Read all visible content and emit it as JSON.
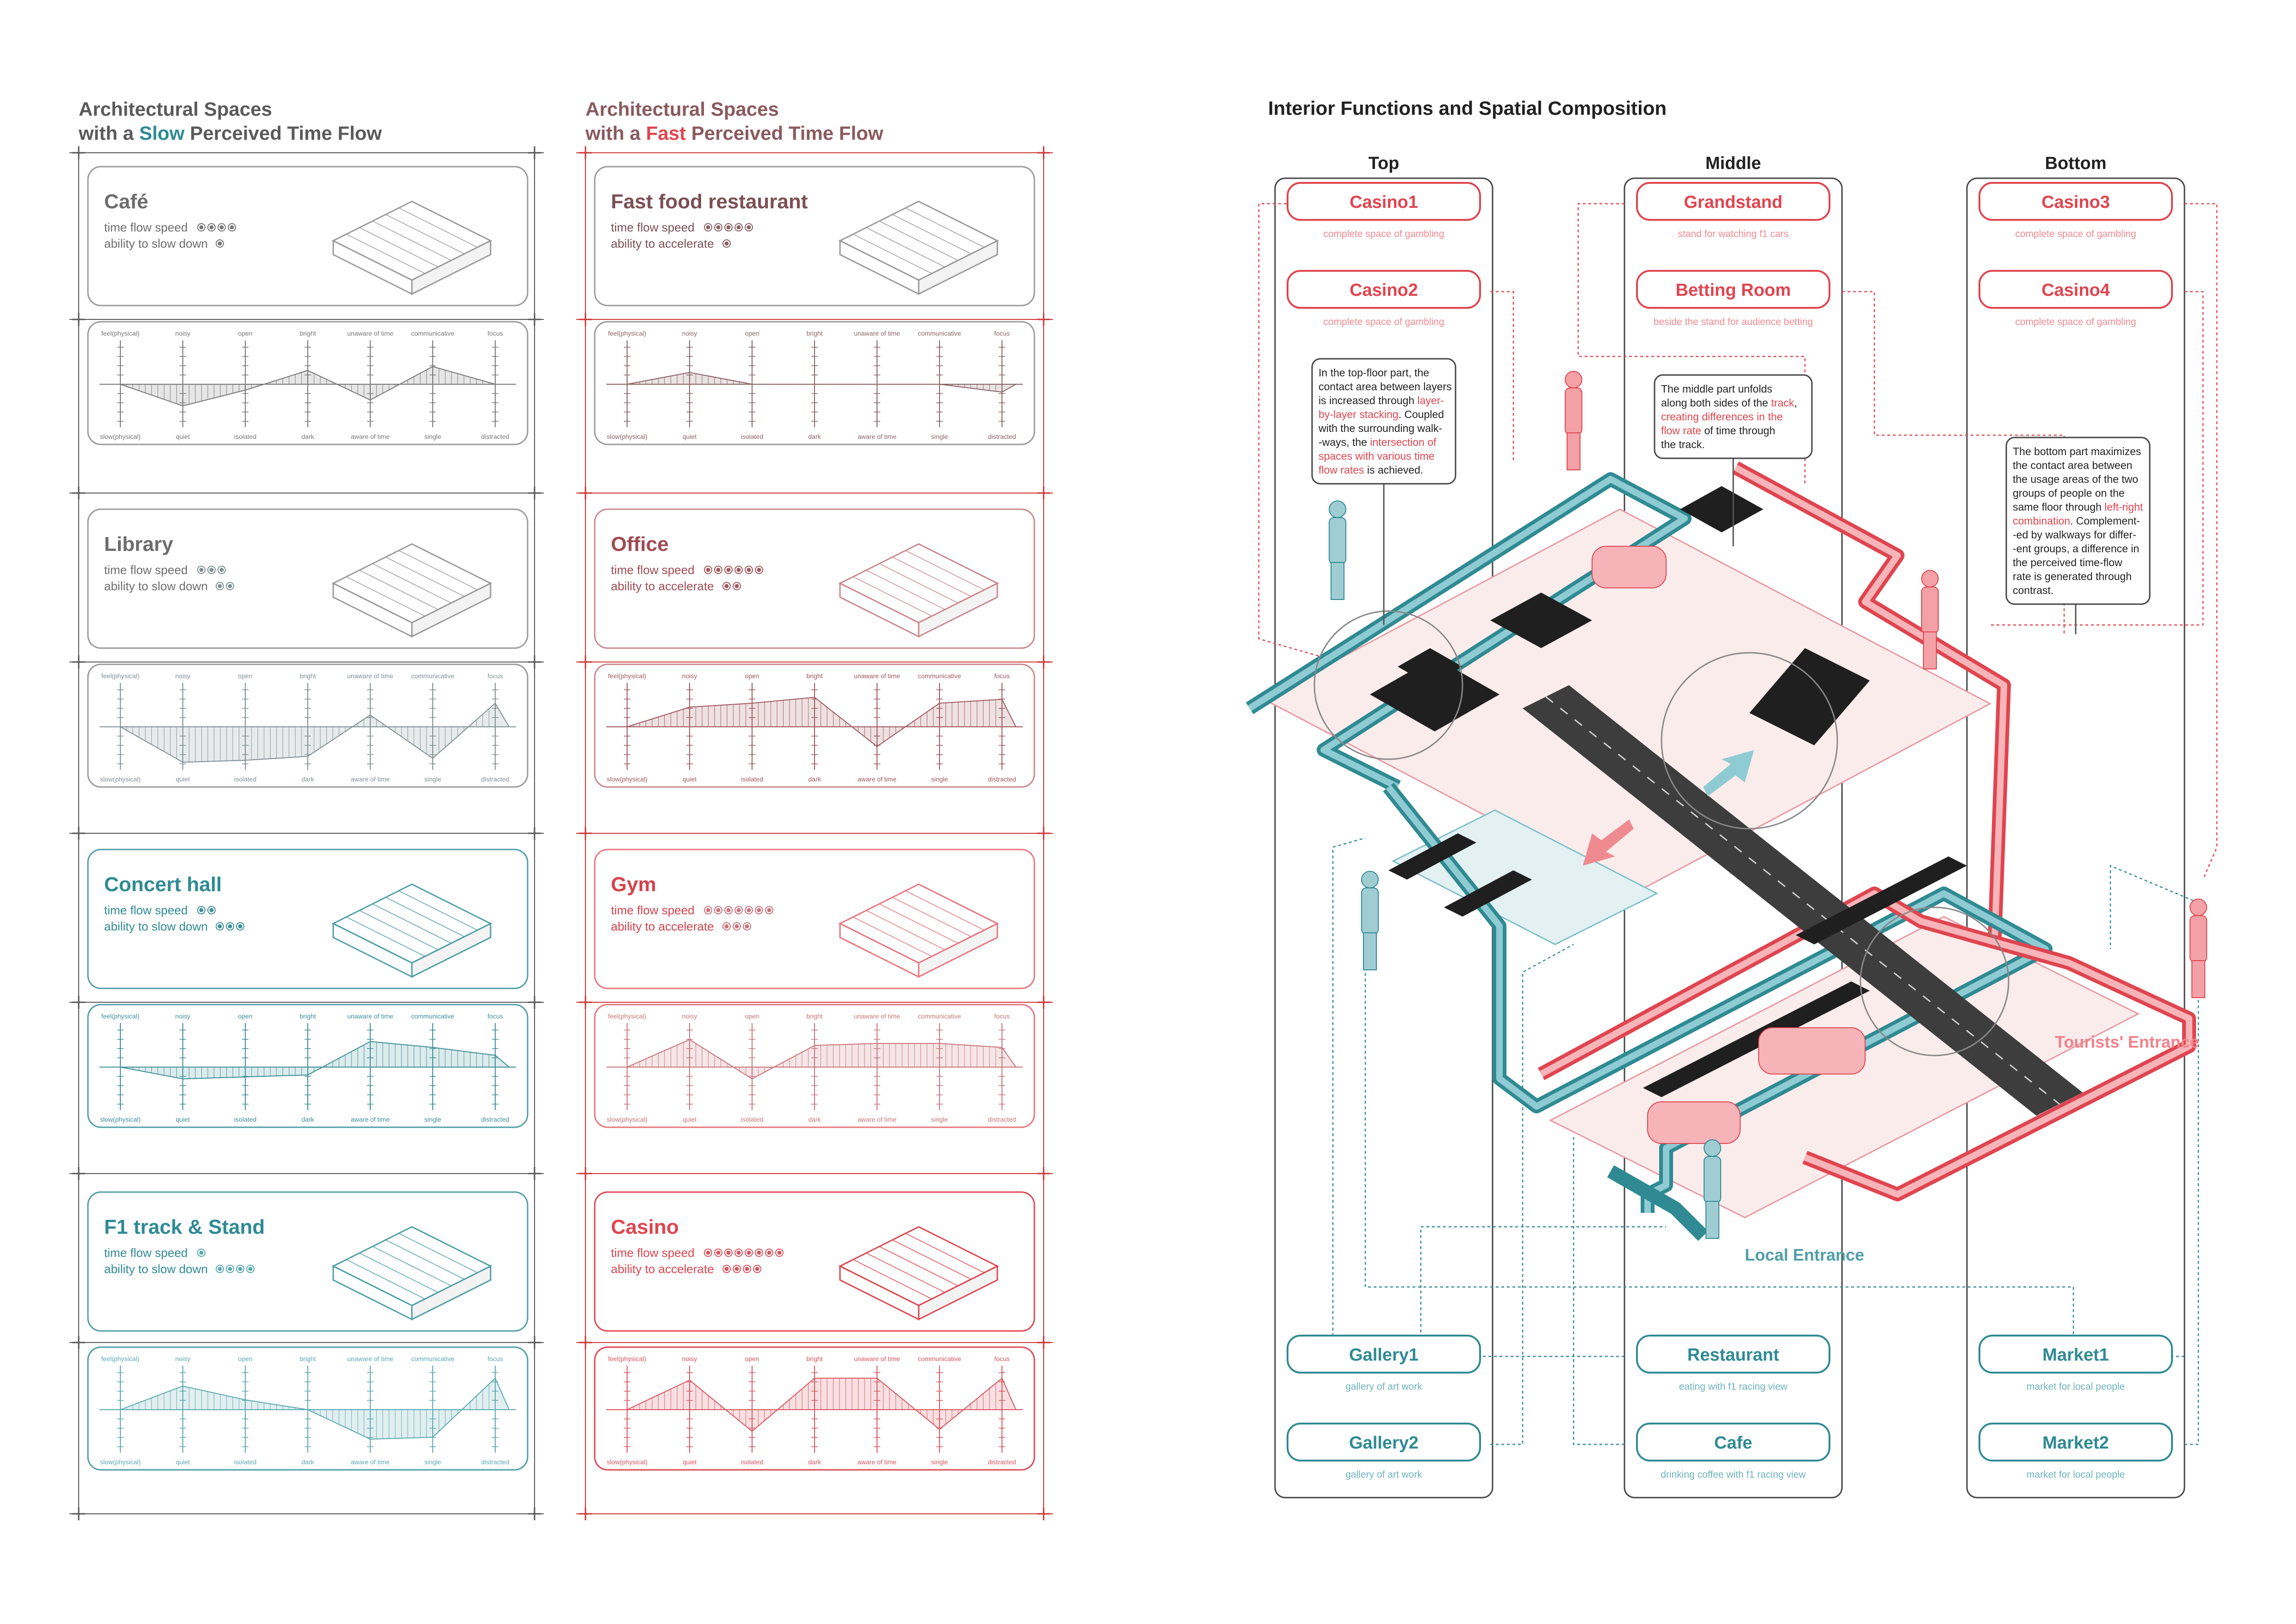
{
  "left": {
    "slow_title": {
      "line1": "Architectural Spaces",
      "pre": "with a ",
      "key": "Slow",
      "post": " Perceived Time Flow"
    },
    "fast_title": {
      "line1": "Architectural Spaces",
      "pre": "with a ",
      "key": "Fast",
      "post": " Perceived Time Flow"
    },
    "labels": {
      "speed": "time flow speed",
      "slow_ability": "ability to slow down",
      "fast_ability": "ability to accelerate"
    },
    "axis_top": [
      "feel(physical)",
      "noisy",
      "open",
      "bright",
      "unaware of time",
      "communicative",
      "focus"
    ],
    "axis_bottom": [
      "slow(physical)",
      "quiet",
      "isolated",
      "dark",
      "aware of time",
      "single",
      "distracted"
    ],
    "slow_spaces": [
      {
        "name": "Café",
        "speed": 4,
        "ability": 1,
        "profile": [
          0,
          -0.55,
          -0.15,
          0.35,
          -0.4,
          0.45,
          0
        ]
      },
      {
        "name": "Library",
        "speed": 3,
        "ability": 2,
        "profile": [
          0,
          -0.9,
          -0.85,
          -0.75,
          0.3,
          -0.8,
          0.6
        ]
      },
      {
        "name": "Concert hall",
        "speed": 2,
        "ability": 3,
        "profile": [
          0,
          -0.3,
          -0.25,
          -0.2,
          0.65,
          0.5,
          0.3
        ]
      },
      {
        "name": "F1 track & Stand",
        "speed": 1,
        "ability": 4,
        "profile": [
          0,
          0.6,
          0.25,
          0,
          -0.75,
          -0.7,
          0.8
        ]
      }
    ],
    "fast_spaces": [
      {
        "name": "Fast food restaurant",
        "speed": 5,
        "ability": 1,
        "profile": [
          0,
          0.3,
          0,
          0,
          0,
          0,
          -0.2
        ]
      },
      {
        "name": "Office",
        "speed": 6,
        "ability": 2,
        "profile": [
          0,
          0.5,
          0.6,
          0.75,
          -0.5,
          0.6,
          0.7
        ]
      },
      {
        "name": "Gym",
        "speed": 7,
        "ability": 3,
        "profile": [
          0,
          0.7,
          -0.3,
          0.55,
          0.6,
          0.6,
          0.5
        ]
      },
      {
        "name": "Casino",
        "speed": 8,
        "ability": 4,
        "profile": [
          0,
          0.75,
          -0.55,
          0.8,
          0.8,
          -0.5,
          0.8
        ]
      }
    ]
  },
  "right": {
    "title": "Interior Functions and Spatial Composition",
    "columns": [
      "Top",
      "Middle",
      "Bottom"
    ],
    "top_items": [
      [
        {
          "name": "Casino1",
          "desc": "complete space of gambling"
        },
        {
          "name": "Casino2",
          "desc": "complete space of gambling"
        }
      ],
      [
        {
          "name": "Grandstand",
          "desc": "stand for watching f1 cars"
        },
        {
          "name": "Betting Room",
          "desc": "beside the stand for audience betting"
        }
      ],
      [
        {
          "name": "Casino3",
          "desc": "complete space of gambling"
        },
        {
          "name": "Casino4",
          "desc": "complete space of gambling"
        }
      ]
    ],
    "bottom_items": [
      [
        {
          "name": "Gallery1",
          "desc": "gallery of art work"
        },
        {
          "name": "Gallery2",
          "desc": "gallery of art work"
        }
      ],
      [
        {
          "name": "Restaurant",
          "desc": "eating with f1 racing view"
        },
        {
          "name": "Cafe",
          "desc": "drinking coffee with f1 racing view"
        }
      ],
      [
        {
          "name": "Market1",
          "desc": "market for local people"
        },
        {
          "name": "Market2",
          "desc": "market for local people"
        }
      ]
    ],
    "notes": {
      "top": [
        [
          {
            "t": "In the top-floor part, the"
          }
        ],
        [
          {
            "t": "contact area between layers"
          }
        ],
        [
          {
            "t": "is increased through "
          },
          {
            "t": "layer-",
            "h": 1
          }
        ],
        [
          {
            "t": "by-layer stacking",
            "h": 1
          },
          {
            "t": ". Coupled"
          }
        ],
        [
          {
            "t": "with the surrounding walk-"
          }
        ],
        [
          {
            "t": "-ways, the "
          },
          {
            "t": "intersection of",
            "h": 1
          }
        ],
        [
          {
            "t": "spaces with various time",
            "h": 1
          }
        ],
        [
          {
            "t": "flow rates",
            "h": 1
          },
          {
            "t": " is achieved."
          }
        ]
      ],
      "middle": [
        [
          {
            "t": "The middle part unfolds"
          }
        ],
        [
          {
            "t": "along both sides of the "
          },
          {
            "t": "track",
            "h": 1
          },
          {
            "t": ","
          }
        ],
        [
          {
            "t": "creating differences in the",
            "h": 1
          }
        ],
        [
          {
            "t": "flow rate",
            "h": 1
          },
          {
            "t": " of time through"
          }
        ],
        [
          {
            "t": "the track."
          }
        ]
      ],
      "bottom": [
        [
          {
            "t": "The bottom part maximizes"
          }
        ],
        [
          {
            "t": "the contact area between"
          }
        ],
        [
          {
            "t": "the usage areas of the two"
          }
        ],
        [
          {
            "t": "groups of people on the"
          }
        ],
        [
          {
            "t": "same floor through "
          },
          {
            "t": "left-right",
            "h": 1
          }
        ],
        [
          {
            "t": "combination",
            "h": 1
          },
          {
            "t": ". Complement-"
          }
        ],
        [
          {
            "t": "-ed by walkways for differ-"
          }
        ],
        [
          {
            "t": "-ent groups, a difference in"
          }
        ],
        [
          {
            "t": "the perceived time-flow"
          }
        ],
        [
          {
            "t": "rate is generated through"
          }
        ],
        [
          {
            "t": "contrast."
          }
        ]
      ]
    },
    "tourists_entrance": "Tourists' Entrance",
    "local_entrance": "Local Entrance"
  },
  "colors": {
    "teal": "#2f8a93",
    "teal_light": "#9fcdd3",
    "red": "#e0454f",
    "red_light": "#f3a1a6",
    "title_gray": "#5a5a5a",
    "dark": "#222222"
  }
}
